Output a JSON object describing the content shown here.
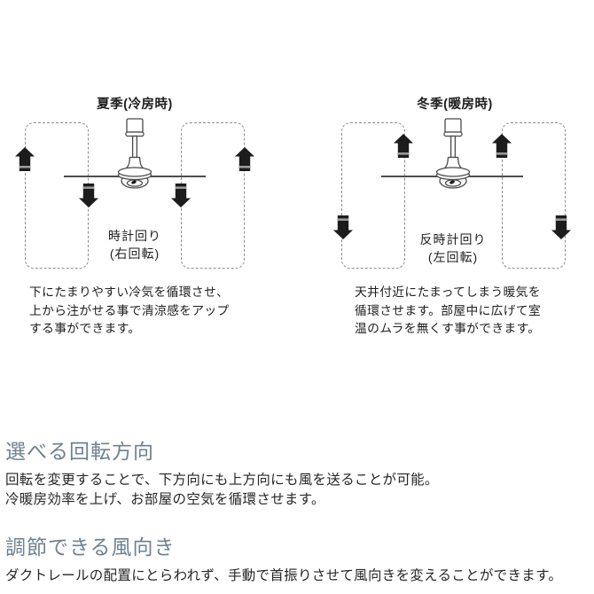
{
  "colors": {
    "heading_accent": "#6d8292",
    "body_text": "#262626",
    "diagram_stroke": "#4a4a4a",
    "arrow_fill": "#1c1c1c",
    "dashed_box": "#8e8e8e"
  },
  "diagrams": {
    "summer": {
      "title": "夏季(冷房時)",
      "rotation_line1": "時計回り",
      "rotation_line2": "(右回転)",
      "description_lines": [
        "下にたまりやすい冷気を循環させ、",
        "上から注がせる事で清涼感をアップ",
        "する事ができます。"
      ]
    },
    "winter": {
      "title": "冬季(暖房時)",
      "rotation_line1": "反時計回り",
      "rotation_line2": "(左回転)",
      "description_lines": [
        "天井付近にたまってしまう暖気を",
        "循環させます。部屋中に広げて室",
        "温のムラを無くす事ができます。"
      ]
    }
  },
  "sections": [
    {
      "heading": "選べる回転方向",
      "body_lines": [
        "回転を変更することで、下方向にも上方向にも風を送ることが可能。",
        "冷暖房効率を上げ、お部屋の空気を循環させます。"
      ]
    },
    {
      "heading": "調節できる風向き",
      "body_lines": [
        "ダクトレールの配置にとらわれず、手動で首振りさせて風向きを変えることができます。"
      ]
    }
  ]
}
